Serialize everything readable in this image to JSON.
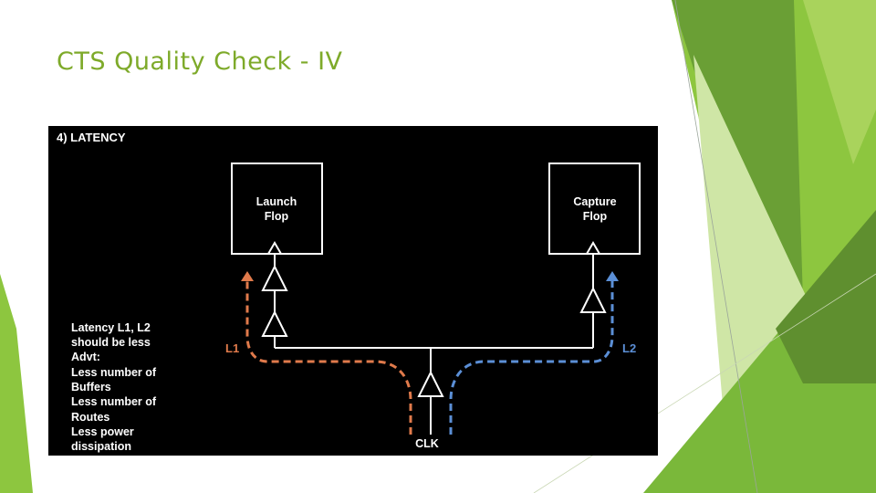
{
  "slide": {
    "title": "CTS Quality Check - IV"
  },
  "diagram": {
    "heading": "4) LATENCY",
    "launch_flop": {
      "line1": "Launch",
      "line2": "Flop"
    },
    "capture_flop": {
      "line1": "Capture",
      "line2": "Flop"
    },
    "clock_label": "CLK",
    "path_l1_label": "L1",
    "path_l2_label": "L2",
    "notes": [
      "Latency L1, L2",
      "should be less",
      "Advt:",
      "Less number of",
      "Buffers",
      "Less number of",
      "Routes",
      "Less power",
      "dissipation"
    ],
    "colors": {
      "l1_path": "#e07a4b",
      "l2_path": "#5b8fd6",
      "wire": "#ffffff",
      "panel_background": "#000000"
    }
  },
  "theme": {
    "title_color": "#7eaa2a",
    "accent_greens": [
      "#8dc63f",
      "#6a9f35",
      "#a9d35c",
      "#5f8f2f",
      "#cfe6a6"
    ]
  }
}
